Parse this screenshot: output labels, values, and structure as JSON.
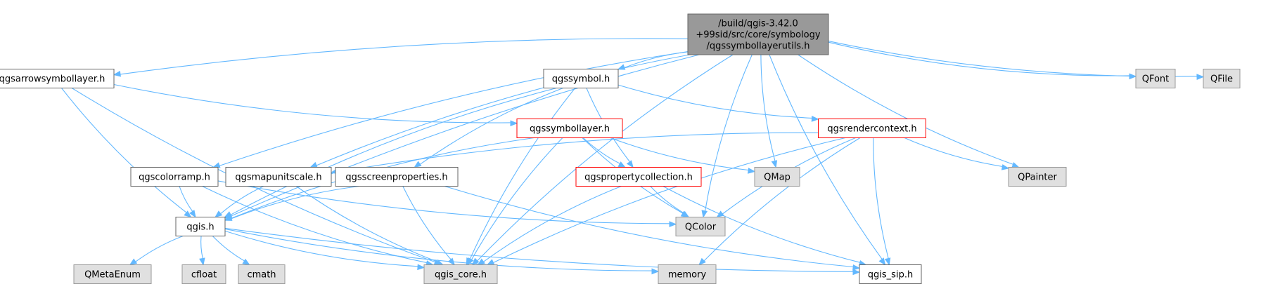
{
  "colors": {
    "edge": "#63b8ff",
    "root_fill": "#999999",
    "default_fill": "#ffffff",
    "default_stroke": "#666666",
    "truncated_stroke": "#ff0000",
    "external_fill": "#e0e0e0",
    "external_stroke": "#999999"
  },
  "nodes": [
    {
      "id": "root",
      "kind": "root",
      "lines": [
        "/build/qgis-3.42.0",
        "+99sid/src/core/symbology",
        "/qgssymbollayerutils.h"
      ]
    },
    {
      "id": "arrow",
      "kind": "default",
      "lines": [
        "qgsarrowsymbollayer.h"
      ]
    },
    {
      "id": "symbol",
      "kind": "default",
      "lines": [
        "qgssymbol.h"
      ]
    },
    {
      "id": "symbollayer",
      "kind": "truncated",
      "lines": [
        "qgssymbollayer.h"
      ]
    },
    {
      "id": "rendercontext",
      "kind": "truncated",
      "lines": [
        "qgsrendercontext.h"
      ]
    },
    {
      "id": "colorramp",
      "kind": "default",
      "lines": [
        "qgscolorramp.h"
      ]
    },
    {
      "id": "mapunitscale",
      "kind": "default",
      "lines": [
        "qgsmapunitscale.h"
      ]
    },
    {
      "id": "screenprops",
      "kind": "default",
      "lines": [
        "qgsscreenproperties.h"
      ]
    },
    {
      "id": "propcoll",
      "kind": "truncated",
      "lines": [
        "qgspropertycollection.h"
      ]
    },
    {
      "id": "qmap",
      "kind": "external",
      "lines": [
        "QMap"
      ]
    },
    {
      "id": "qpainter",
      "kind": "external",
      "lines": [
        "QPainter"
      ]
    },
    {
      "id": "qfont",
      "kind": "external",
      "lines": [
        "QFont"
      ]
    },
    {
      "id": "qfile",
      "kind": "external",
      "lines": [
        "QFile"
      ]
    },
    {
      "id": "qgis",
      "kind": "default",
      "lines": [
        "qgis.h"
      ]
    },
    {
      "id": "qcolor",
      "kind": "external",
      "lines": [
        "QColor"
      ]
    },
    {
      "id": "qmetaenum",
      "kind": "external",
      "lines": [
        "QMetaEnum"
      ]
    },
    {
      "id": "cfloat",
      "kind": "external",
      "lines": [
        "cfloat"
      ]
    },
    {
      "id": "cmath",
      "kind": "external",
      "lines": [
        "cmath"
      ]
    },
    {
      "id": "qgiscore",
      "kind": "external",
      "lines": [
        "qgis_core.h"
      ]
    },
    {
      "id": "memory",
      "kind": "external",
      "lines": [
        "memory"
      ]
    },
    {
      "id": "qgissip",
      "kind": "default",
      "lines": [
        "qgis_sip.h"
      ]
    }
  ],
  "edges": [
    [
      "root",
      "arrow"
    ],
    [
      "root",
      "symbol"
    ],
    [
      "root",
      "colorramp"
    ],
    [
      "root",
      "mapunitscale"
    ],
    [
      "root",
      "qmap"
    ],
    [
      "root",
      "qcolor"
    ],
    [
      "root",
      "qpainter"
    ],
    [
      "root",
      "qfont"
    ],
    [
      "root",
      "qfile"
    ],
    [
      "root",
      "qgis"
    ],
    [
      "root",
      "qgiscore"
    ],
    [
      "root",
      "qgissip"
    ],
    [
      "arrow",
      "symbollayer"
    ],
    [
      "arrow",
      "qgis"
    ],
    [
      "arrow",
      "qgiscore"
    ],
    [
      "symbol",
      "rendercontext"
    ],
    [
      "symbol",
      "screenprops"
    ],
    [
      "symbol",
      "propcoll"
    ],
    [
      "symbol",
      "qgis"
    ],
    [
      "symbol",
      "qgiscore"
    ],
    [
      "symbollayer",
      "propcoll"
    ],
    [
      "symbollayer",
      "qmap"
    ],
    [
      "symbollayer",
      "qcolor"
    ],
    [
      "symbollayer",
      "qgis"
    ],
    [
      "symbollayer",
      "qgiscore"
    ],
    [
      "rendercontext",
      "mapunitscale"
    ],
    [
      "rendercontext",
      "qpainter"
    ],
    [
      "rendercontext",
      "qcolor"
    ],
    [
      "rendercontext",
      "qgiscore"
    ],
    [
      "rendercontext",
      "memory"
    ],
    [
      "rendercontext",
      "qgissip"
    ],
    [
      "colorramp",
      "qgis"
    ],
    [
      "colorramp",
      "qcolor"
    ],
    [
      "colorramp",
      "qgiscore"
    ],
    [
      "mapunitscale",
      "qgis"
    ],
    [
      "mapunitscale",
      "qgiscore"
    ],
    [
      "screenprops",
      "qgis"
    ],
    [
      "screenprops",
      "qgiscore"
    ],
    [
      "screenprops",
      "qgissip"
    ],
    [
      "propcoll",
      "qcolor"
    ],
    [
      "propcoll",
      "qgiscore"
    ],
    [
      "propcoll",
      "qgissip"
    ],
    [
      "qgis",
      "qmetaenum"
    ],
    [
      "qgis",
      "cfloat"
    ],
    [
      "qgis",
      "cmath"
    ],
    [
      "qgis",
      "qgiscore"
    ],
    [
      "qgis",
      "memory"
    ],
    [
      "qgis",
      "qgissip"
    ]
  ]
}
